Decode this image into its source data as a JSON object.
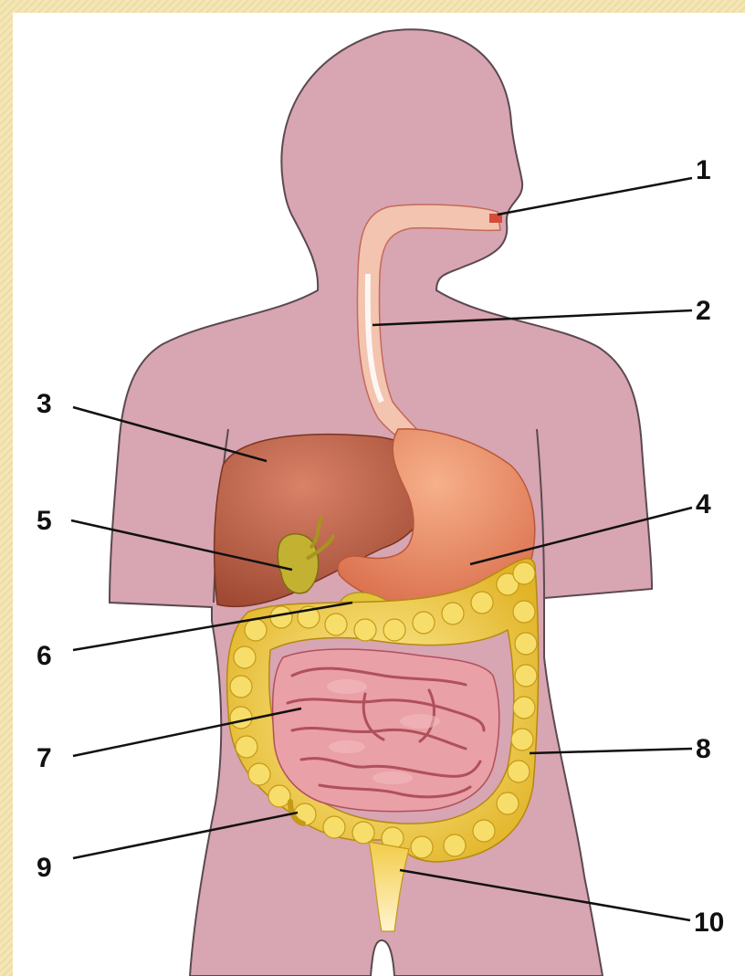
{
  "colors": {
    "background": "#f3e6b4",
    "panel": "#ffffff",
    "body": "#d8a5b2",
    "body_outline": "#5b4a50",
    "liver": "#b45a3c",
    "stomach": "#ea8c68",
    "esophagus": "#f3c4b0",
    "gallbladder": "#c3b232",
    "pancreas": "#e2c438",
    "large_intestine": "#f2d24c",
    "small_intestine": "#d97a80",
    "leader_line": "#111111"
  },
  "labels": [
    {
      "id": "mouth",
      "text": "1"
    },
    {
      "id": "esophagus",
      "text": "2"
    },
    {
      "id": "liver",
      "text": "3"
    },
    {
      "id": "stomach",
      "text": "4"
    },
    {
      "id": "gallbladder",
      "text": "5"
    },
    {
      "id": "pancreas",
      "text": "6"
    },
    {
      "id": "small-intestine",
      "text": "7"
    },
    {
      "id": "large-intestine",
      "text": "8"
    },
    {
      "id": "appendix",
      "text": "9"
    },
    {
      "id": "rectum",
      "text": "10"
    }
  ]
}
